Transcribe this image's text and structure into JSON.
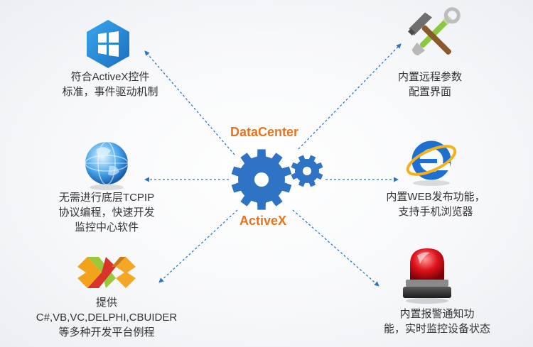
{
  "center": {
    "top_label": "DataCenter",
    "bottom_label": "ActiveX",
    "colors": {
      "gear": "#2f73c4",
      "label": "#e8731f",
      "arrow": "#2f73c4"
    }
  },
  "features": [
    {
      "id": "activex-standard",
      "icon": "windows-logo-icon",
      "lines": [
        "符合ActiveX控件",
        "标准，事件驱动机制"
      ]
    },
    {
      "id": "no-tcpip",
      "icon": "globe-icon",
      "lines": [
        "无需进行底层TCPIP",
        "协议编程，快速开发",
        "监控中心软件"
      ]
    },
    {
      "id": "dev-examples",
      "icon": "visual-studio-icon",
      "lines": [
        "提供",
        "C#,VB,VC,DELPHI,CBUIDER",
        "等多种开发平台例程"
      ]
    },
    {
      "id": "remote-config",
      "icon": "tools-icon",
      "lines": [
        "内置远程参数",
        "配置界面"
      ]
    },
    {
      "id": "web-publish",
      "icon": "internet-explorer-icon",
      "lines": [
        "内置WEB发布功能，",
        "支持手机浏览器"
      ]
    },
    {
      "id": "alarm",
      "icon": "alarm-siren-icon",
      "lines": [
        "内置报警通知功",
        "能，实时监控设备状态"
      ]
    }
  ]
}
